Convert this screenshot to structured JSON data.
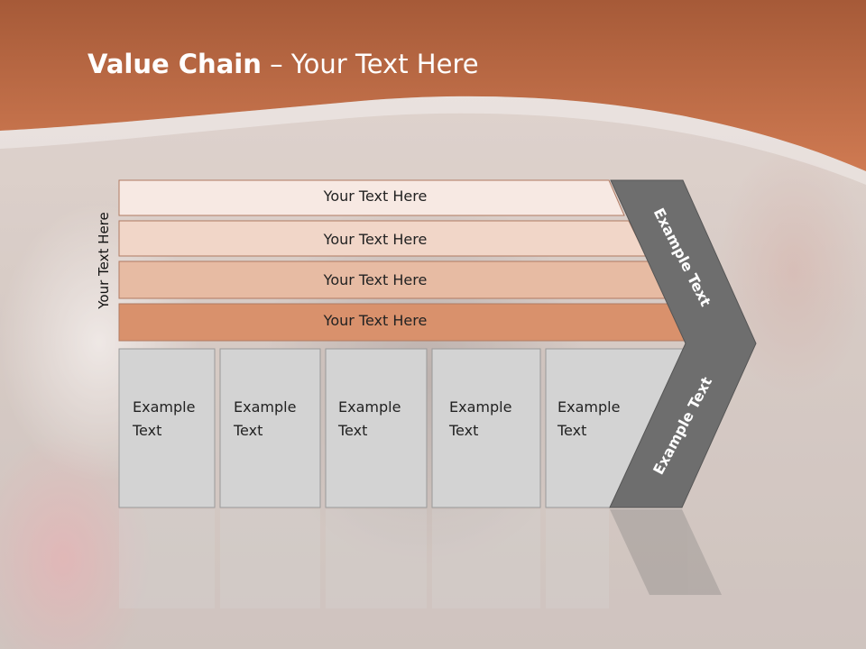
{
  "slide": {
    "title_bold": "Value Chain",
    "title_rest": " – Your Text Here",
    "side_label": "Your Text Here",
    "bars": [
      {
        "label": "Your Text Here",
        "color": "#f7e9e3"
      },
      {
        "label": "Your Text Here",
        "color": "#f1d6c8"
      },
      {
        "label": "Your Text Here",
        "color": "#e7bba3"
      },
      {
        "label": "Your Text Here",
        "color": "#d9916c"
      }
    ],
    "boxes": [
      {
        "line1": "Example",
        "line2": "Text"
      },
      {
        "line1": "Example",
        "line2": "Text"
      },
      {
        "line1": "Example",
        "line2": "Text"
      },
      {
        "line1": "Example",
        "line2": "Text"
      },
      {
        "line1": "Example",
        "line2": "Text"
      }
    ],
    "arrow_top_label": "Example Text",
    "arrow_bottom_label": "Example Text",
    "colors": {
      "header": "#c8704a",
      "box_fill": "#d3d3d3",
      "arrow_fill": "#6e6e6e"
    }
  }
}
